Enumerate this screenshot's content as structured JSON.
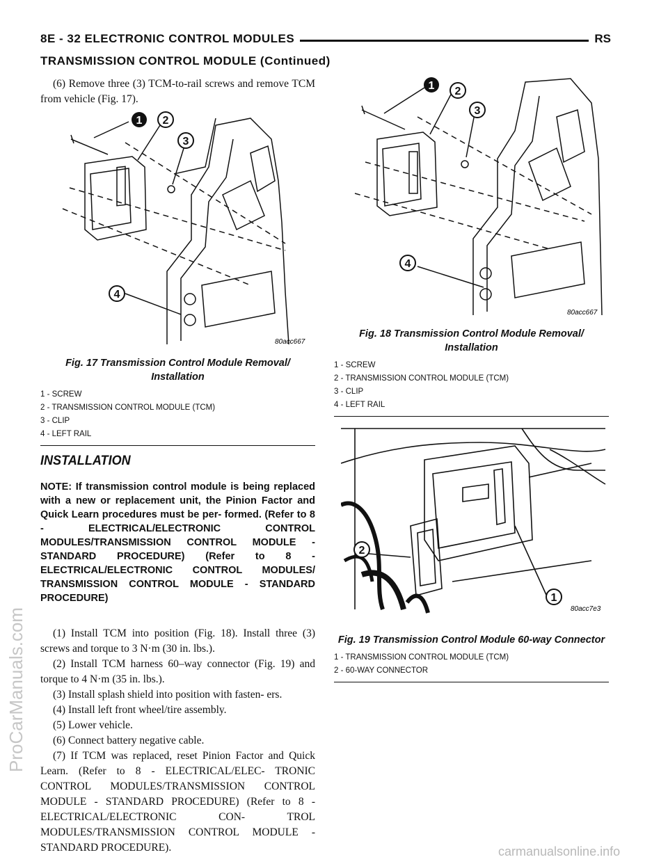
{
  "header": {
    "left": "8E - 32    ELECTRONIC CONTROL MODULES",
    "right": "RS"
  },
  "section_title": "TRANSMISSION CONTROL MODULE (Continued)",
  "removal_step6": "(6) Remove three (3) TCM-to-rail screws and remove TCM from vehicle (Fig. 17).",
  "fig17": {
    "code": "80acc667",
    "caption": "Fig. 17 Transmission Control Module Removal/ Installation",
    "legend": [
      "1 - SCREW",
      "2 - TRANSMISSION CONTROL MODULE (TCM)",
      "3 - CLIP",
      "4 - LEFT RAIL"
    ],
    "callouts": [
      "1",
      "2",
      "3",
      "4"
    ]
  },
  "fig18": {
    "code": "80acc667",
    "caption": "Fig. 18 Transmission Control Module Removal/ Installation",
    "legend": [
      "1 - SCREW",
      "2 - TRANSMISSION CONTROL MODULE (TCM)",
      "3 - CLIP",
      "4 - LEFT RAIL"
    ],
    "callouts": [
      "1",
      "2",
      "3",
      "4"
    ]
  },
  "fig19": {
    "code": "80acc7e3",
    "caption": "Fig. 19 Transmission Control Module 60-way Connector",
    "legend": [
      "1 - TRANSMISSION CONTROL MODULE (TCM)",
      "2 - 60-WAY CONNECTOR"
    ],
    "callouts": [
      "1",
      "2"
    ]
  },
  "installation": {
    "heading": "INSTALLATION",
    "note": "NOTE: If transmission control module is being replaced with a new or replacement unit, the Pinion Factor and Quick Learn procedures must be per- formed. (Refer to 8 - ELECTRICAL/ELECTRONIC CONTROL MODULES/TRANSMISSION CONTROL MODULE - STANDARD PROCEDURE) (Refer to 8 - ELECTRICAL/ELECTRONIC CONTROL MODULES/ TRANSMISSION CONTROL MODULE - STANDARD PROCEDURE)",
    "steps": [
      "(1) Install TCM into position (Fig. 18). Install three (3) screws and torque to 3 N·m (30 in. lbs.).",
      "(2) Install TCM harness 60–way connector (Fig. 19) and torque to 4 N·m (35 in. lbs.).",
      "(3) Install splash shield into position with fasten- ers.",
      "(4) Install left front wheel/tire assembly.",
      "(5) Lower vehicle.",
      "(6) Connect battery negative cable.",
      "(7) If TCM was replaced, reset Pinion Factor and Quick Learn. (Refer to 8 - ELECTRICAL/ELEC- TRONIC CONTROL MODULES/TRANSMISSION CONTROL MODULE - STANDARD PROCEDURE) (Refer to 8 - ELECTRICAL/ELECTRONIC CON- TROL MODULES/TRANSMISSION CONTROL MODULE - STANDARD PROCEDURE)."
    ]
  },
  "watermarks": {
    "side": "ProCarManuals.com",
    "bottom": "carmanualsonline.info"
  }
}
